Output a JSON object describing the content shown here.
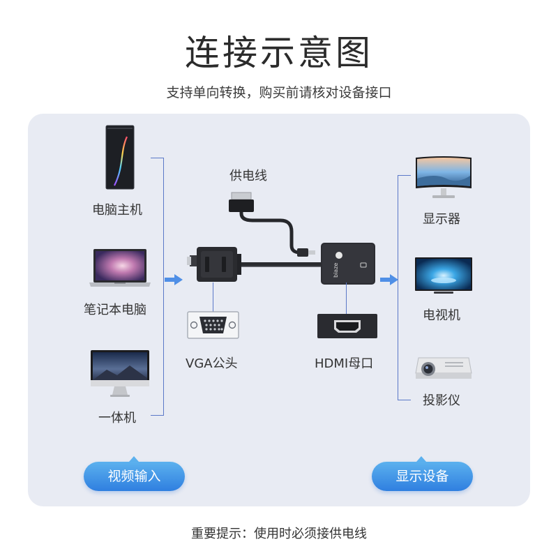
{
  "title": "连接示意图",
  "subtitle": "支持单向转换，购买前请核对设备接口",
  "inputs": {
    "items": [
      "电脑主机",
      "笔记本电脑",
      "一体机"
    ],
    "button": "视频输入"
  },
  "adapter": {
    "power_label": "供电线",
    "vga_label": "VGA公头",
    "hdmi_label": "HDMI母口",
    "logo_text": "biaze"
  },
  "outputs": {
    "items": [
      "显示器",
      "电视机",
      "投影仪"
    ],
    "button": "显示设备"
  },
  "footer": "重要提示：使用时必须接供电线",
  "colors": {
    "bracket": "#5a78c8",
    "button_gradient_top": "#5cb1ee",
    "button_gradient_bottom": "#2f7fe0",
    "panel": "#e8ebf3"
  }
}
